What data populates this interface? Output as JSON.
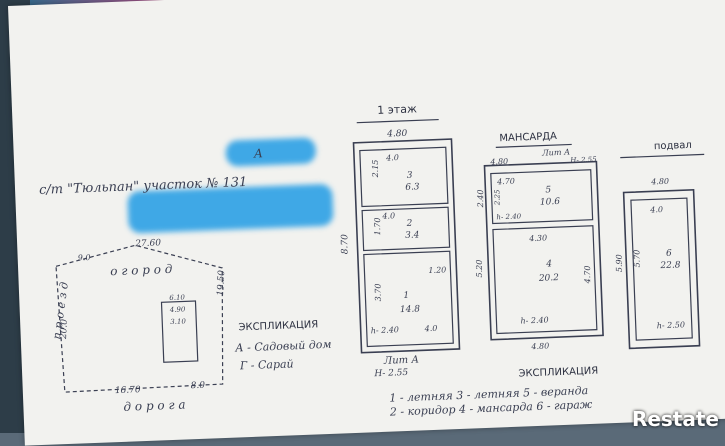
{
  "header_floor1": "1 этаж",
  "header_mansarda": "МАНСАРДА",
  "header_podval": "подвал",
  "address_line": "с/т \"Тюльпан\" участок № 131",
  "mark_A": "А",
  "site_labels": {
    "top": "27.60",
    "ogorod": "о г о р о д",
    "proezd": "п р о е з д",
    "left_dim": "20.0",
    "right_dim": "19.50",
    "bottom_left": "16.70",
    "bottom_right": "8.0",
    "doroga": "д о р о г а",
    "b1": "6.10",
    "b2": "4.90",
    "b3": "3.10",
    "corner": "9.0"
  },
  "floor1": {
    "top_width": "4.80",
    "left_dim": "8.70",
    "room3": {
      "num": "3",
      "area": "6.3",
      "h": "2.15",
      "w": "4.0"
    },
    "room2": {
      "num": "2",
      "area": "3.4",
      "h": "1.70",
      "w": "4.0"
    },
    "room1": {
      "num": "1",
      "area": "14.8",
      "h": "3.70",
      "w": "4.0",
      "extra": "1.20"
    },
    "height_label": "h- 2.40",
    "lit": "Лит А",
    "H": "Н- 2.55"
  },
  "mansarda": {
    "lit": "Лит А",
    "H": "Н- 2.55",
    "top_width": "4.80",
    "room5": {
      "num": "5",
      "area": "10.6",
      "w": "4.70",
      "h": "2.40",
      "d": "2.25"
    },
    "room_h_small": "h- 2.40",
    "room4": {
      "num": "4",
      "area": "20.2",
      "w": "4.30",
      "h": "4.70",
      "d": "5.20"
    },
    "height_label": "h- 2.40",
    "bottom_width": "4.80"
  },
  "podval": {
    "top_width": "4.80",
    "room6": {
      "num": "6",
      "area": "22.8",
      "w": "4.0",
      "h": "5.70",
      "d": "5.90"
    },
    "height_label": "h- 2.50"
  },
  "explication_left": {
    "title": "ЭКСПЛИКАЦИЯ",
    "line1": "А - Садовый дом",
    "line2": "Г - Сарай"
  },
  "explication_right": {
    "title": "ЭКСПЛИКАЦИЯ",
    "row1": "1 - летняя   3 - летняя   5 - веранда",
    "row2": "2 - коридор   4 - мансарда   6 - гараж"
  },
  "watermark": "Restate",
  "colors": {
    "ink": "#3a3f52",
    "paper": "#f2f2ef",
    "blur": "#3fa8e6"
  }
}
